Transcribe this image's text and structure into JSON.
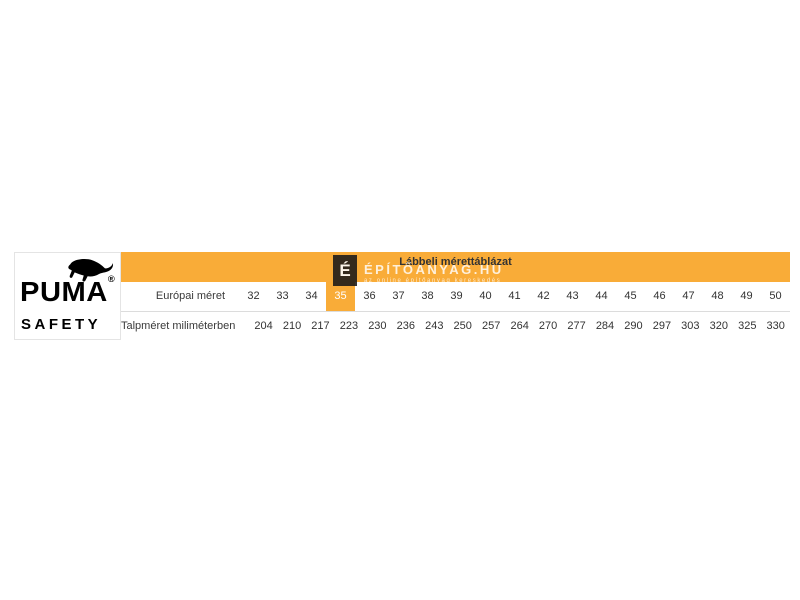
{
  "brand": {
    "name": "PUMA",
    "registered": "®",
    "subtitle": "SAFETY",
    "logo_icon": "puma-cat-icon"
  },
  "banner": {
    "title": "Lábbeli mérettáblázat",
    "color": "#F9AC38"
  },
  "watermark": {
    "logo_letter": "É",
    "title": "ÉPÍTŐANYAG.HU",
    "subtitle": "az online építőanyag kereskedés"
  },
  "chart_data": {
    "type": "table",
    "title": "Lábbeli mérettáblázat",
    "rows": [
      {
        "label": "Európai méret",
        "values": [
          "32",
          "33",
          "34",
          "35",
          "36",
          "37",
          "38",
          "39",
          "40",
          "41",
          "42",
          "43",
          "44",
          "45",
          "46",
          "47",
          "48",
          "49",
          "50"
        ]
      },
      {
        "label": "Talpméret miliméterben",
        "values": [
          "204",
          "210",
          "217",
          "223",
          "230",
          "236",
          "243",
          "250",
          "257",
          "264",
          "270",
          "277",
          "284",
          "290",
          "297",
          "303",
          "320",
          "325",
          "330"
        ]
      }
    ],
    "highlighted_size": "35"
  }
}
